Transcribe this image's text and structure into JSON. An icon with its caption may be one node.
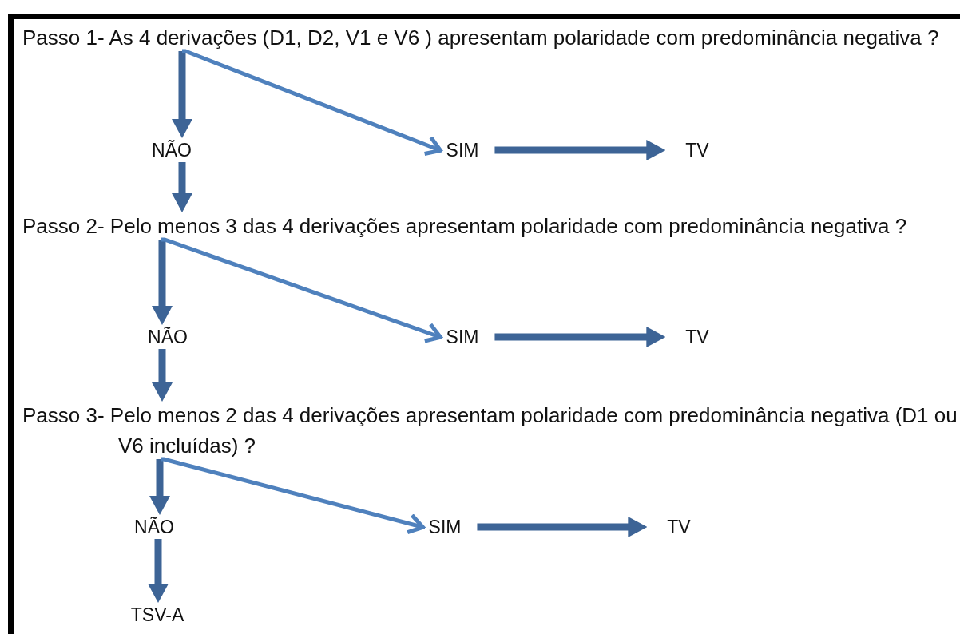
{
  "diagram": {
    "nodes": [
      {
        "text": [
          "Passo 1- As 4 derivações (D1, D2, V1 e V6 ) apresentam polaridade com predominância negativa ?"
        ]
      },
      {
        "text": [
          "NÃO"
        ]
      },
      {
        "text": [
          "SIM"
        ]
      },
      {
        "text": [
          "TV"
        ]
      },
      {
        "text": [
          "Passo 2- Pelo menos 3 das 4  derivações apresentam polaridade com predominância negativa ?"
        ]
      },
      {
        "text": [
          "NÃO"
        ]
      },
      {
        "text": [
          "SIM"
        ]
      },
      {
        "text": [
          "TV"
        ]
      },
      {
        "text": [
          "Passo 3- Pelo menos 2 das 4 derivações apresentam polaridade com predominância negativa (D1 ou V6 incluídas) ?"
        ]
      },
      {
        "text": [
          "NÃO"
        ]
      },
      {
        "text": [
          "SIM"
        ]
      },
      {
        "text": [
          "TV"
        ]
      },
      {
        "text": [
          "TSV-A"
        ]
      }
    ],
    "edges": [
      {
        "from": 0,
        "to": 1,
        "arrow": "to"
      },
      {
        "from": 0,
        "to": 2,
        "arrow": "to",
        "color": "#4f81bd"
      },
      {
        "from": 2,
        "to": 3,
        "arrow": "to"
      },
      {
        "from": 1,
        "to": 4,
        "arrow": "to"
      },
      {
        "from": 4,
        "to": 5,
        "arrow": "to"
      },
      {
        "from": 4,
        "to": 6,
        "arrow": "to",
        "color": "#4f81bd"
      },
      {
        "from": 6,
        "to": 7,
        "arrow": "to"
      },
      {
        "from": 5,
        "to": 8,
        "arrow": "to"
      },
      {
        "from": 8,
        "to": 9,
        "arrow": "to"
      },
      {
        "from": 8,
        "to": 10,
        "arrow": "to",
        "color": "#4f81bd"
      },
      {
        "from": 10,
        "to": 11,
        "arrow": "to"
      },
      {
        "from": 9,
        "to": 12,
        "arrow": "to"
      }
    ]
  }
}
